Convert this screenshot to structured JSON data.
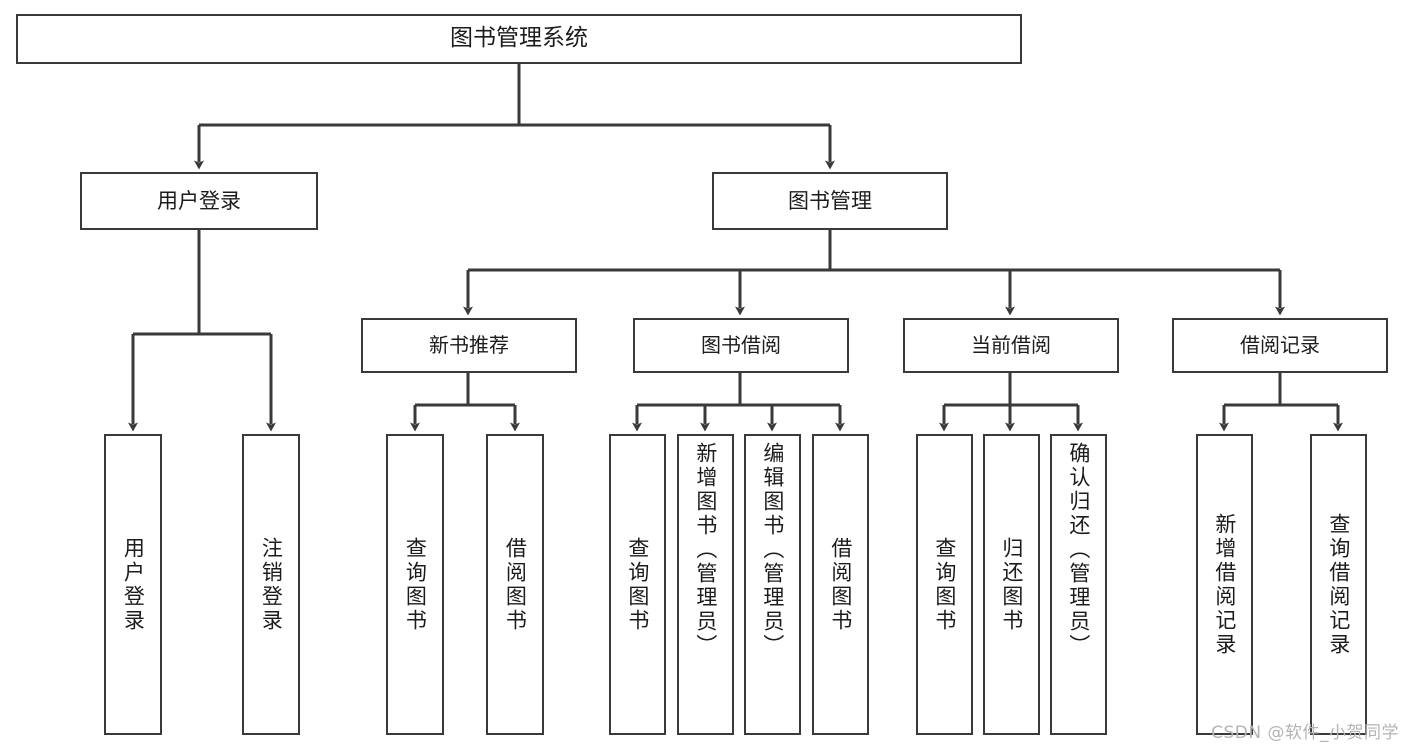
{
  "diagram": {
    "title": "图书管理系统",
    "watermark": "CSDN @软件_小贺同学",
    "line_color": "#3a3a3a",
    "box_fill": "#ffffff",
    "text_color": "#1c1c1c",
    "watermark_color": "#b4b4b4"
  },
  "nodes": {
    "root": {
      "label": "图书管理系统"
    },
    "level1": [
      {
        "label": "用户登录"
      },
      {
        "label": "图书管理"
      }
    ],
    "level2": [
      {
        "label": "新书推荐"
      },
      {
        "label": "图书借阅"
      },
      {
        "label": "当前借阅"
      },
      {
        "label": "借阅记录"
      }
    ],
    "leaves": {
      "user_login": [
        {
          "label": "用户登录"
        },
        {
          "label": "注销登录"
        }
      ],
      "new_book": [
        {
          "label": "查询图书"
        },
        {
          "label": "借阅图书"
        }
      ],
      "borrow_book": [
        {
          "label": "查询图书"
        },
        {
          "label": "新增图书（管理员）"
        },
        {
          "label": "编辑图书（管理员）"
        },
        {
          "label": "借阅图书"
        }
      ],
      "current_borrow": [
        {
          "label": "查询图书"
        },
        {
          "label": "归还图书"
        },
        {
          "label": "确认归还（管理员）"
        }
      ],
      "borrow_record": [
        {
          "label": "新增借阅记录"
        },
        {
          "label": "查询借阅记录"
        }
      ]
    }
  }
}
